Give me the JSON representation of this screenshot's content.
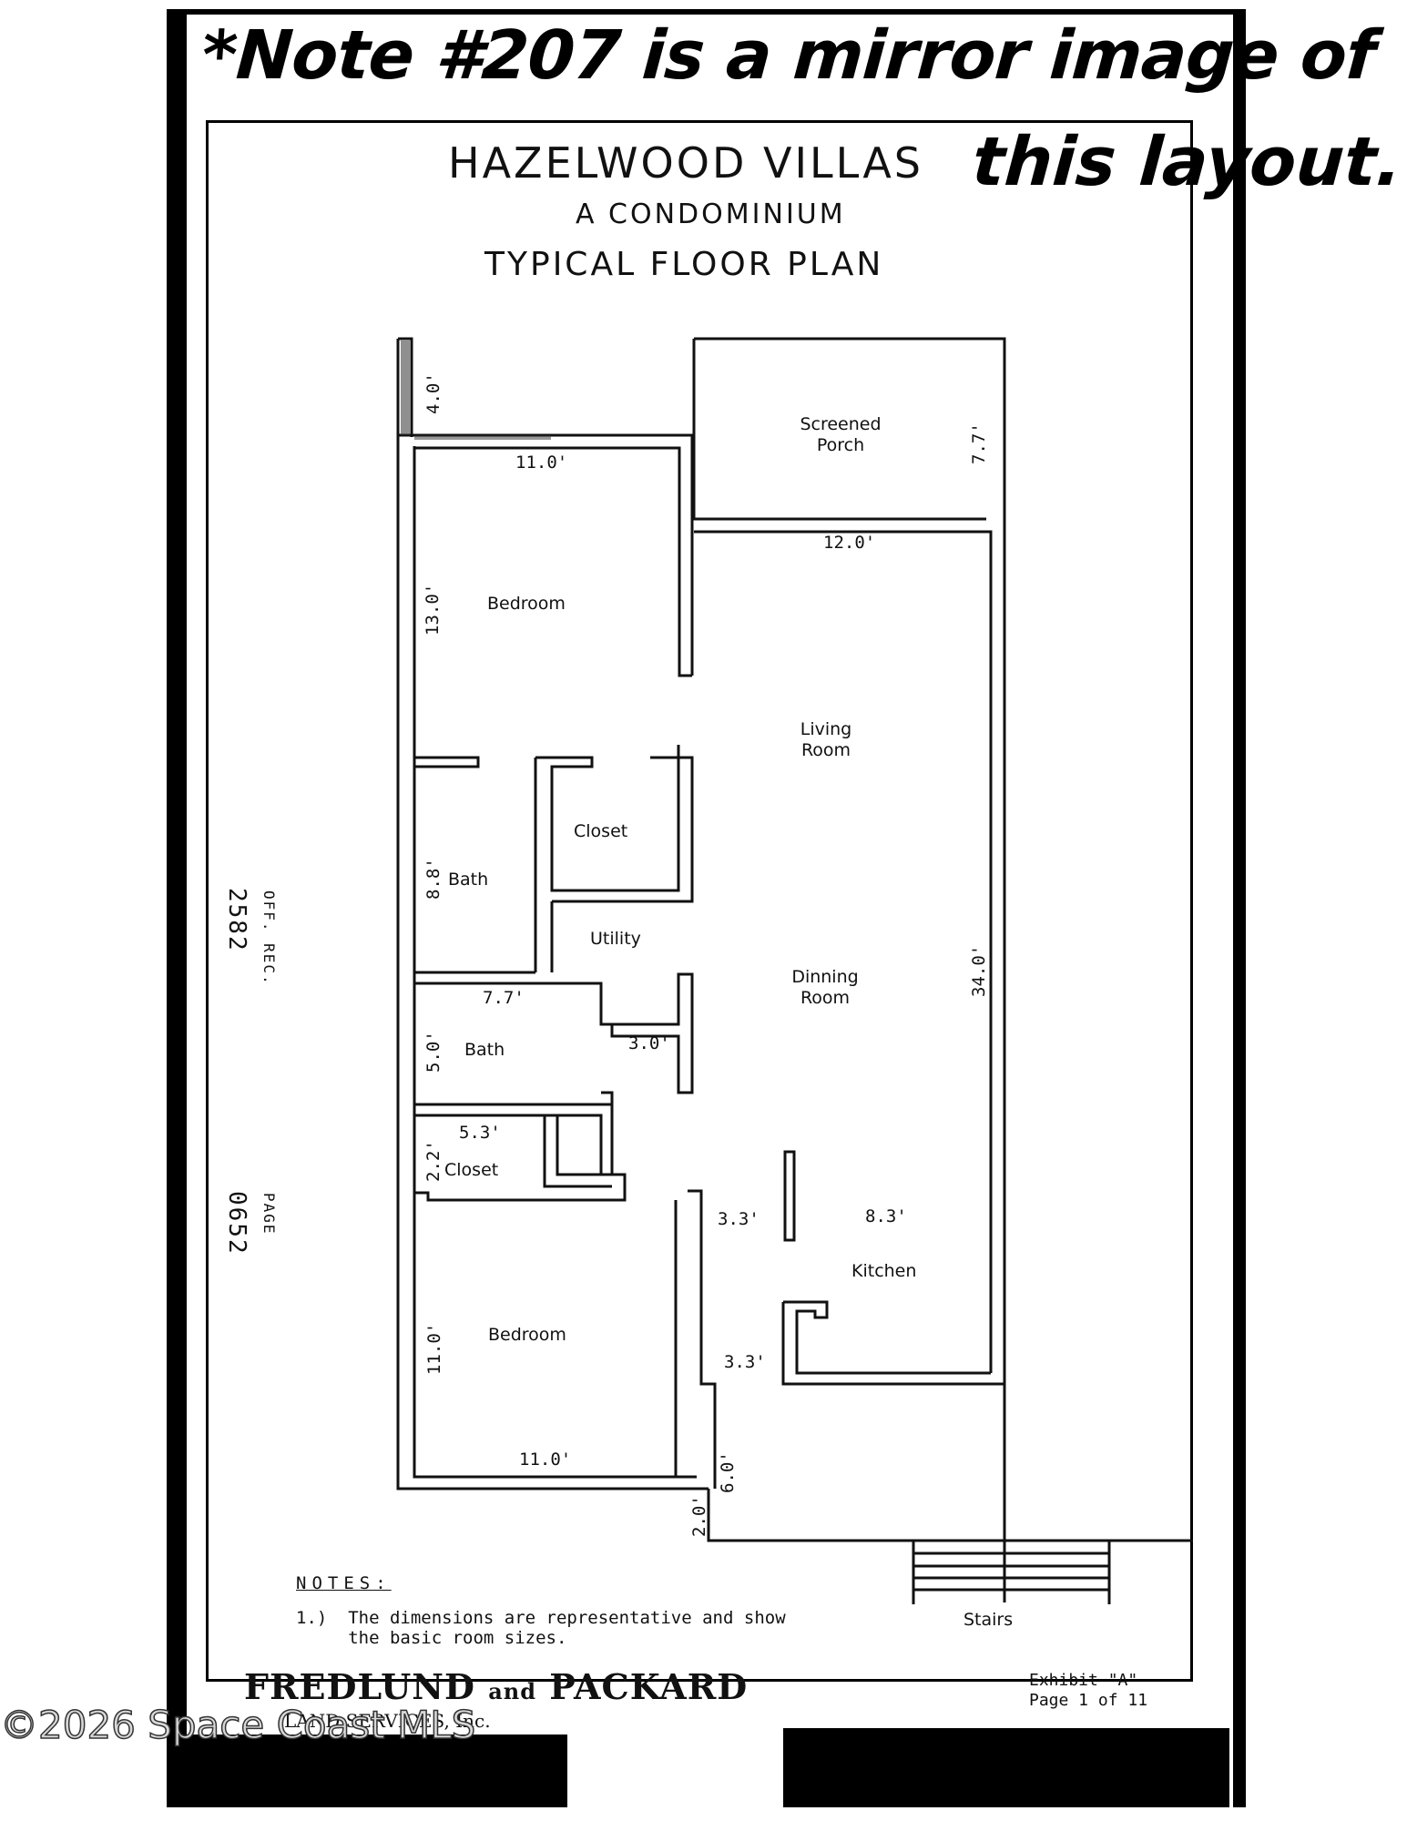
{
  "handwritten_note": {
    "line1": "*Note #207 is a mirror image of",
    "line2": "this layout."
  },
  "header": {
    "title": "HAZELWOOD VILLAS",
    "subtitle": "A CONDOMINIUM",
    "plan_title": "TYPICAL FLOOR PLAN"
  },
  "rooms": {
    "screened_porch": "Screened Porch",
    "bedroom_1": "Bedroom",
    "living_room": "Living Room",
    "closet_1": "Closet",
    "bath_1": "Bath",
    "utility": "Utility",
    "dinning_room": "Dinning Room",
    "bath_2": "Bath",
    "closet_2": "Closet",
    "kitchen": "Kitchen",
    "bedroom_2": "Bedroom",
    "stairs": "Stairs"
  },
  "dimensions": {
    "d_4_0": "4.0'",
    "d_11_0_top": "11.0'",
    "d_7_7_porch": "7.7'",
    "d_12_0": "12.0'",
    "d_13_0": "13.0'",
    "d_8_8": "8.8'",
    "d_7_7_bath": "7.7'",
    "d_34_0": "34.0'",
    "d_3_0": "3.0'",
    "d_5_0": "5.0'",
    "d_5_3": "5.3'",
    "d_2_2": "2.2'",
    "d_3_3_a": "3.3'",
    "d_8_3": "8.3'",
    "d_3_3_b": "3.3'",
    "d_11_0_side": "11.0'",
    "d_11_0_bottom": "11.0'",
    "d_6_0": "6.0'",
    "d_2_0": "2.0'"
  },
  "record": {
    "off_rec_label": "OFF. REC.",
    "off_rec_number": "2582",
    "page_label": "PAGE",
    "page_number": "0652"
  },
  "notes": {
    "heading": "NOTES:",
    "item1": "1.)  The dimensions are representative and show\n     the basic room sizes."
  },
  "footer": {
    "firm": "FREDLUND",
    "firm_and": "and",
    "firm2": "PACKARD",
    "firm_sub": "LAND SERVICES, Inc.",
    "exhibit": "Exhibit \"A\"\nPage 1 of 11"
  },
  "watermark": "©2026 Space Coast MLS"
}
